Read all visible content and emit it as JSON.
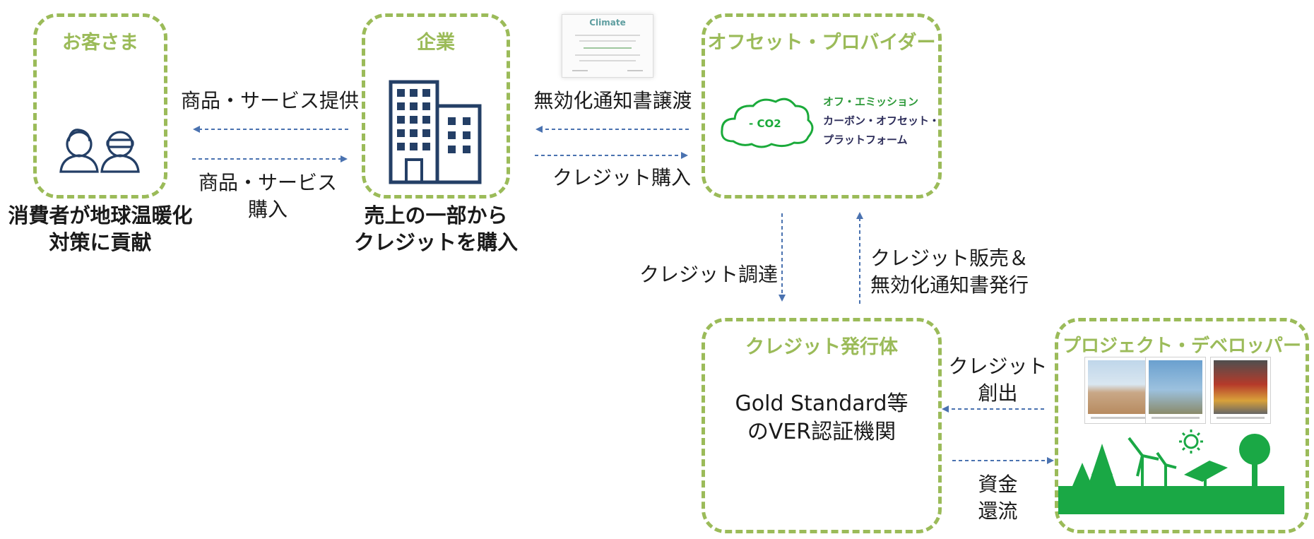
{
  "customer": {
    "title": "お客さま",
    "caption_line1": "消費者が地球温暖化",
    "caption_line2": "対策に貢献"
  },
  "company": {
    "title": "企業",
    "caption_line1": "売上の一部から",
    "caption_line2": "クレジットを購入"
  },
  "provider": {
    "title": "オフセット・プロバイダー",
    "cloud_text": "- CO2",
    "platform_line1": "オフ・エミッション",
    "platform_line2": "カーボン・オフセット・",
    "platform_line3": "プラットフォーム",
    "certificate_logo": "Climate"
  },
  "issuer": {
    "title": "クレジット発行体",
    "body_line1": "Gold Standard等",
    "body_line2": "のVER認証機関"
  },
  "developer": {
    "title": "プロジェクト・デベロッパー"
  },
  "flows": {
    "goods_provide": "商品・サービス提供",
    "goods_buy_line1": "商品・サービス",
    "goods_buy_line2": "購入",
    "cert_transfer": "無効化通知書譲渡",
    "credit_buy": "クレジット購入",
    "credit_procure": "クレジット調達",
    "credit_sell_line1": "クレジット販売＆",
    "credit_sell_line2": "無効化通知書発行",
    "credit_create_line1": "クレジット",
    "credit_create_line2": "創出",
    "fund_return_line1": "資金",
    "fund_return_line2": "還流"
  },
  "colors": {
    "box_border": "#9bbb59",
    "title_green": "#9bbb59",
    "arrow_blue": "#4a72b0",
    "icon_navy": "#243f66",
    "land_green": "#1aa845"
  },
  "icons": [
    "people-icon",
    "building-icon",
    "co2-cloud-icon",
    "certificate-icon",
    "tree-icon",
    "wind-turbine-icon",
    "sun-icon",
    "solar-panel-icon"
  ]
}
